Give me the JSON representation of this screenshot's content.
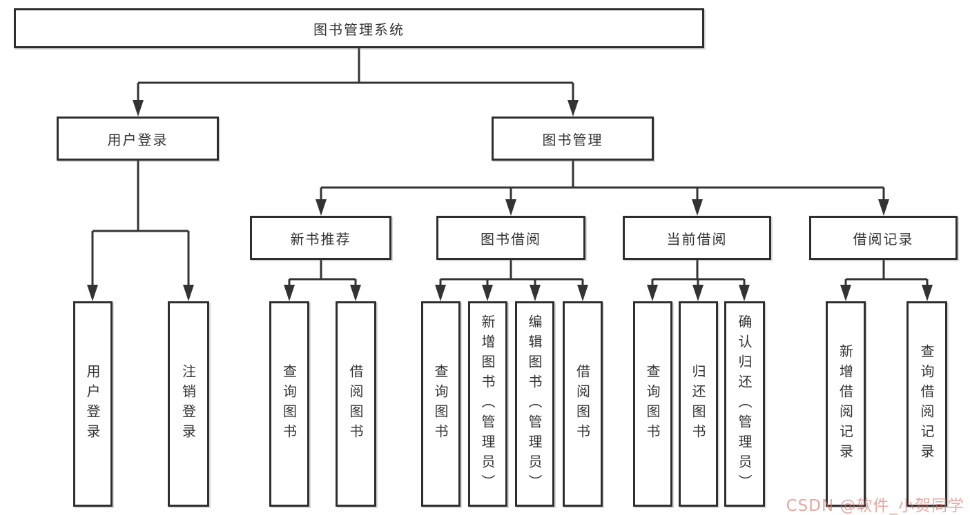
{
  "diagram": {
    "title": "图书管理系统",
    "root": {
      "label": "图书管理系统"
    },
    "level2": [
      {
        "label": "用户登录"
      },
      {
        "label": "图书管理"
      }
    ],
    "level3": [
      {
        "label": "新书推荐"
      },
      {
        "label": "图书借阅"
      },
      {
        "label": "当前借阅"
      },
      {
        "label": "借阅记录"
      }
    ],
    "leaves": {
      "user": [
        {
          "label": "用户登录"
        },
        {
          "label": "注销登录"
        }
      ],
      "recommend": [
        {
          "label": "查询图书"
        },
        {
          "label": "借阅图书"
        }
      ],
      "borrow": [
        {
          "label": "查询图书"
        },
        {
          "label": "新增图书（管理员）"
        },
        {
          "label": "编辑图书（管理员）"
        },
        {
          "label": "借阅图书"
        }
      ],
      "current": [
        {
          "label": "查询图书"
        },
        {
          "label": "归还图书"
        },
        {
          "label": "确认归还（管理员）"
        }
      ],
      "records": [
        {
          "label": "新增借阅记录"
        },
        {
          "label": "查询借阅记录"
        }
      ]
    },
    "colors": {
      "line": "#333333",
      "box_border": "#2e2e2e",
      "box_fill": "#ffffff",
      "text": "#333333",
      "watermark": "#d67268"
    },
    "watermark": "CSDN @软件_小贺同学"
  }
}
